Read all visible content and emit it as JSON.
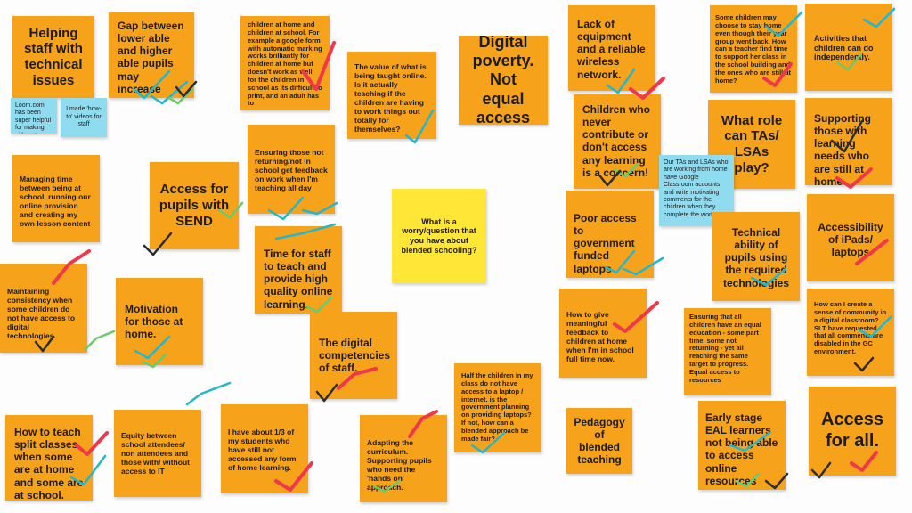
{
  "board": {
    "notes": [
      {
        "id": "n1",
        "text": "Helping staff with technical issues"
      },
      {
        "id": "n2",
        "text": "Loom.com has been super helpful for making videos to help staff."
      },
      {
        "id": "n3",
        "text": "I made 'how-to' videos for staff"
      },
      {
        "id": "n4",
        "text": "Gap between lower able and higher able pupils may increase"
      },
      {
        "id": "n5",
        "text": "children at home and children at school. For example a google form with automatic marking works brilliantly for children at home but doesn't work as well for the children in school as its difficult to print, and an adult has to"
      },
      {
        "id": "n6",
        "text": "The value of what is being taught online. Is it actually teaching if the children are having to work things out totally for themselves?"
      },
      {
        "id": "n7",
        "text": "Digital poverty. Not equal access"
      },
      {
        "id": "n8",
        "text": "Lack of equipment and a reliable wireless network."
      },
      {
        "id": "n9",
        "text": "Some children may choose to stay home even though their year group went back. How can a teacher find time to support her class in the school building and the ones who are still at home?"
      },
      {
        "id": "n10",
        "text": "Activities that children can do independently."
      },
      {
        "id": "n11",
        "text": "Managing time between being at school, running our online provision and creating my own lesson content"
      },
      {
        "id": "n12",
        "text": "Access for pupils with SEND"
      },
      {
        "id": "n13",
        "text": "Ensuring those not returning/not in school get feedback on work when I'm teaching all day"
      },
      {
        "id": "n14",
        "text": "What is a worry/question that you have about blended schooling?"
      },
      {
        "id": "n15",
        "text": "Children who never contribute or don't access any learning is a concern!"
      },
      {
        "id": "n16",
        "text": "What role can TAs/ LSAs play?"
      },
      {
        "id": "n17",
        "text": "Our TAs and LSAs who are working from home have Google Classroom accounts and write motivating comments for the children when they complete the work."
      },
      {
        "id": "n18",
        "text": "Supporting those with learning needs who are still at home"
      },
      {
        "id": "n19",
        "text": "Time for staff to teach and provide high quality online learning."
      },
      {
        "id": "n20",
        "text": "Poor access to government funded laptops"
      },
      {
        "id": "n21",
        "text": "Technical ability of pupils using the required technologies"
      },
      {
        "id": "n22",
        "text": "Accessibility of iPads/ laptops"
      },
      {
        "id": "n23",
        "text": "Maintaining consistency when some children do not have access to digital technologies."
      },
      {
        "id": "n24",
        "text": "Motivation for those at home."
      },
      {
        "id": "n25",
        "text": "The digital competencies of staff."
      },
      {
        "id": "n26",
        "text": "How to give meaningful feedback to children at home when I'm in school full time now."
      },
      {
        "id": "n27",
        "text": "Ensuring that all children have an equal education - some part time, some not returning - yet all reaching the same target to progress. Equal access to resources"
      },
      {
        "id": "n28",
        "text": "How can I create a sense of community in a digital classroom? SLT have requested that all comments are disabled in the GC environment."
      },
      {
        "id": "n29",
        "text": "Half the children in my class do not have access to a laptop / internet. is the government planning on providing laptops? If not, how can a blended approach be made fair?"
      },
      {
        "id": "n30",
        "text": "How to teach split classes when some are at home and some are at school."
      },
      {
        "id": "n31",
        "text": "Equity between school attendees/ non attendees and those with/ without access to IT"
      },
      {
        "id": "n32",
        "text": "I have about 1/3 of my students who have still not accessed any form of home learning."
      },
      {
        "id": "n33",
        "text": "Adapting the curriculum. Supporting pupils who need the 'hands on' approach."
      },
      {
        "id": "n34",
        "text": "Pedagogy of blended teaching"
      },
      {
        "id": "n35",
        "text": "Early stage EAL learners not being able to access online resources"
      },
      {
        "id": "n36",
        "text": "Access for all."
      }
    ]
  }
}
